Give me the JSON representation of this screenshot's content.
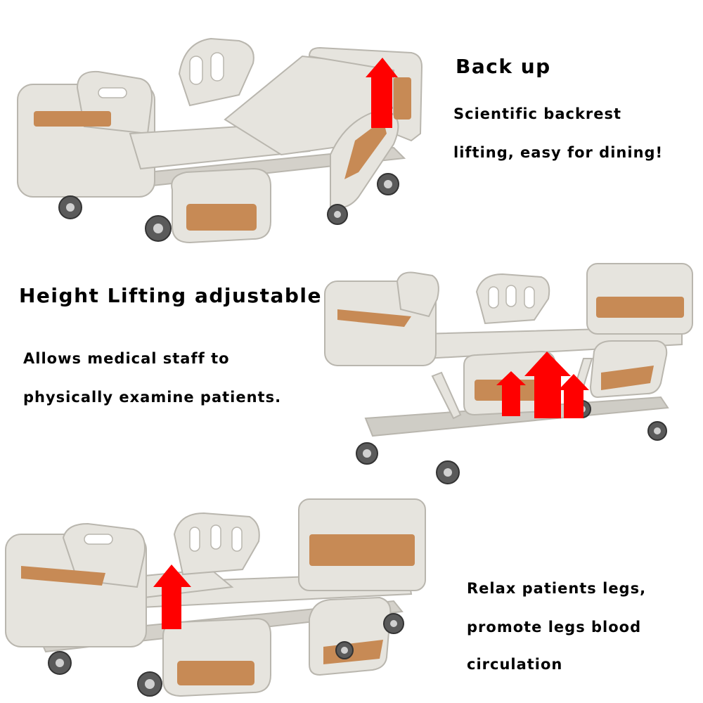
{
  "panel_top": {
    "heading": "Back up",
    "line1": "Scientific backrest",
    "line2": "lifting, easy for dining!"
  },
  "panel_middle": {
    "heading": "Height Lifting adjustable",
    "line1": "Allows medical staff to",
    "line2": "physically examine patients."
  },
  "panel_bottom": {
    "line1": "Relax patients legs,",
    "line2": "promote legs blood",
    "line3": "circulation"
  },
  "colors": {
    "bed_frame": "#e6e4de",
    "wood_panel": "#c78a55",
    "arrow": "#ff0000",
    "wheel": "#5a5a5a"
  }
}
